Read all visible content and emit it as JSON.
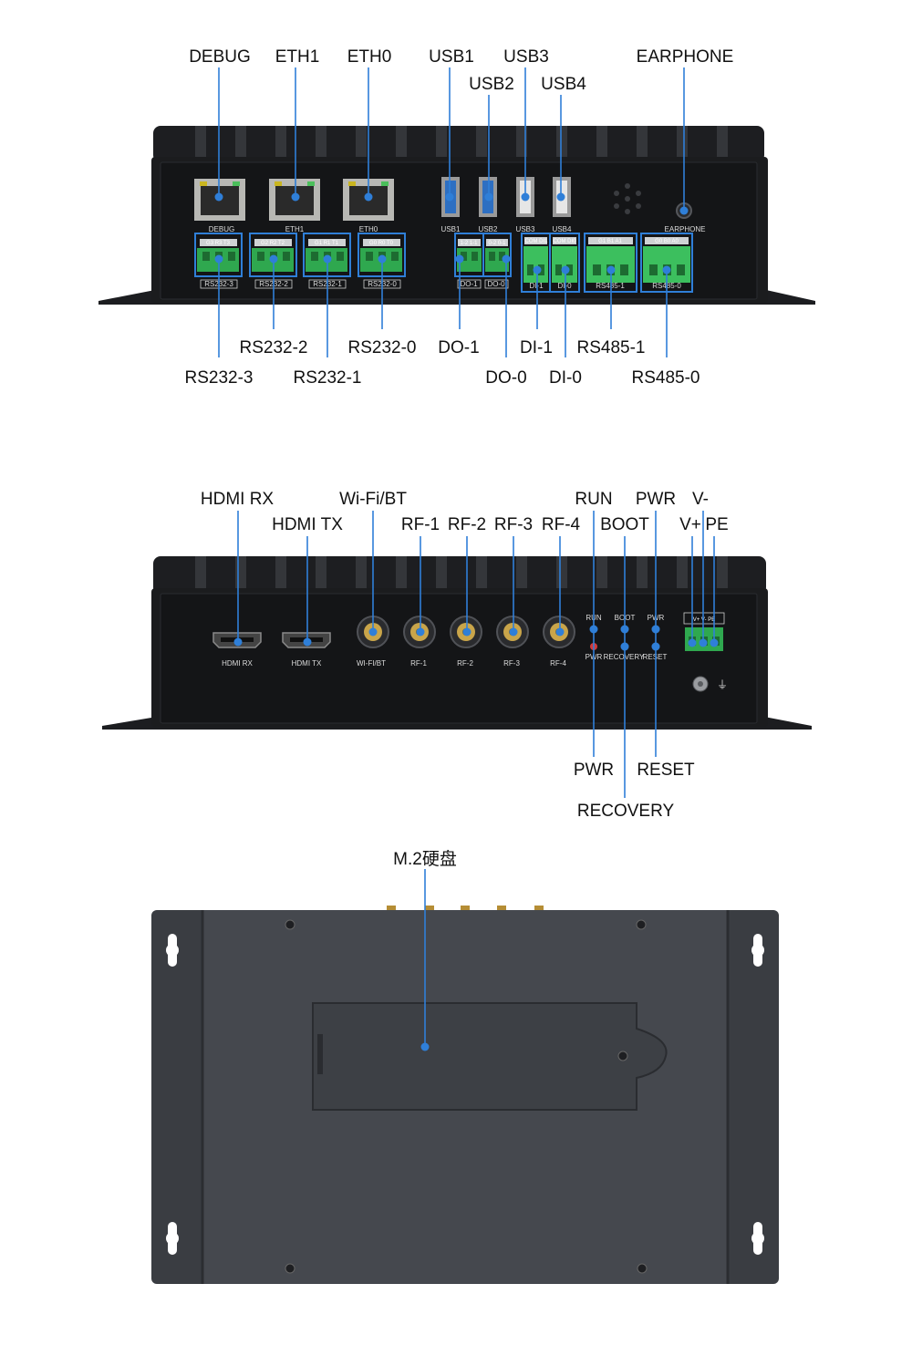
{
  "colors": {
    "accent": "#2f7fd8",
    "leader": "#2f7fd8",
    "chassis": "#1b1c1e",
    "panel": "#141517",
    "terminal_green": "#2fa84f",
    "bottom_plate": "#3a3d42"
  },
  "front_view": {
    "callouts": {
      "debug": "DEBUG",
      "eth1": "ETH1",
      "eth0": "ETH0",
      "usb1": "USB1",
      "usb3": "USB3",
      "usb2": "USB2",
      "usb4": "USB4",
      "earphone": "EARPHONE",
      "rs232_2": "RS232-2",
      "rs232_0": "RS232-0",
      "do_1": "DO-1",
      "di_1": "DI-1",
      "rs485_1": "RS485-1",
      "rs232_3": "RS232-3",
      "rs232_1": "RS232-1",
      "do_0": "DO-0",
      "di_0": "DI-0",
      "rs485_0": "RS485-0"
    },
    "panel_labels": {
      "debug": "DEBUG",
      "eth1": "ETH1",
      "eth0": "ETH0",
      "usb1": "USB1",
      "usb2": "USB2",
      "usb3": "USB3",
      "usb4": "USB4",
      "earphone": "EARPHONE",
      "rs232_3": "RS232-3",
      "rs232_2": "RS232-2",
      "rs232_1": "RS232-1",
      "rs232_0": "RS232-0",
      "do_1": "DO-1",
      "do_0": "DO-0",
      "di_1": "DI-1",
      "di_0": "DI-0",
      "rs485_1": "RS485-1",
      "rs485_0": "RS485-0"
    },
    "terminal_pins": {
      "rs232_3": "G3 R3 T3",
      "rs232_2": "G2 R2 T2",
      "rs232_1": "G1 R1 T1",
      "rs232_0": "G0 R0 T0",
      "do_1": "1-2 1-1",
      "do_0": "0-2 0-1",
      "di_1": "COM DI1",
      "di_0": "COM DI0",
      "rs485_1": "G1 B1 A1",
      "rs485_0": "G0 B0 A0"
    }
  },
  "rear_view": {
    "callouts": {
      "hdmi_rx": "HDMI RX",
      "hdmi_tx": "HDMI TX",
      "wifi_bt": "Wi-Fi/BT",
      "rf1": "RF-1",
      "rf2": "RF-2",
      "rf3": "RF-3",
      "rf4": "RF-4",
      "run": "RUN",
      "boot": "BOOT",
      "pwr_top": "PWR",
      "v_minus": "V-",
      "v_plus": "V+",
      "pe": "PE",
      "pwr_bottom": "PWR",
      "reset": "RESET",
      "recovery": "RECOVERY"
    },
    "panel_labels": {
      "hdmi_rx": "HDMI RX",
      "hdmi_tx": "HDMI TX",
      "wifi_bt": "WI-FI/BT",
      "rf1": "RF-1",
      "rf2": "RF-2",
      "rf3": "RF-3",
      "rf4": "RF-4",
      "run": "RUN",
      "pwr_led": "PWR",
      "boot": "BOOT",
      "recovery": "RECOVERY",
      "pwr_btn": "PWR",
      "reset": "RESET",
      "terminal": "V+ V- PE",
      "ground": "⏚"
    }
  },
  "bottom_view": {
    "callouts": {
      "m2": "M.2硬盘"
    }
  }
}
